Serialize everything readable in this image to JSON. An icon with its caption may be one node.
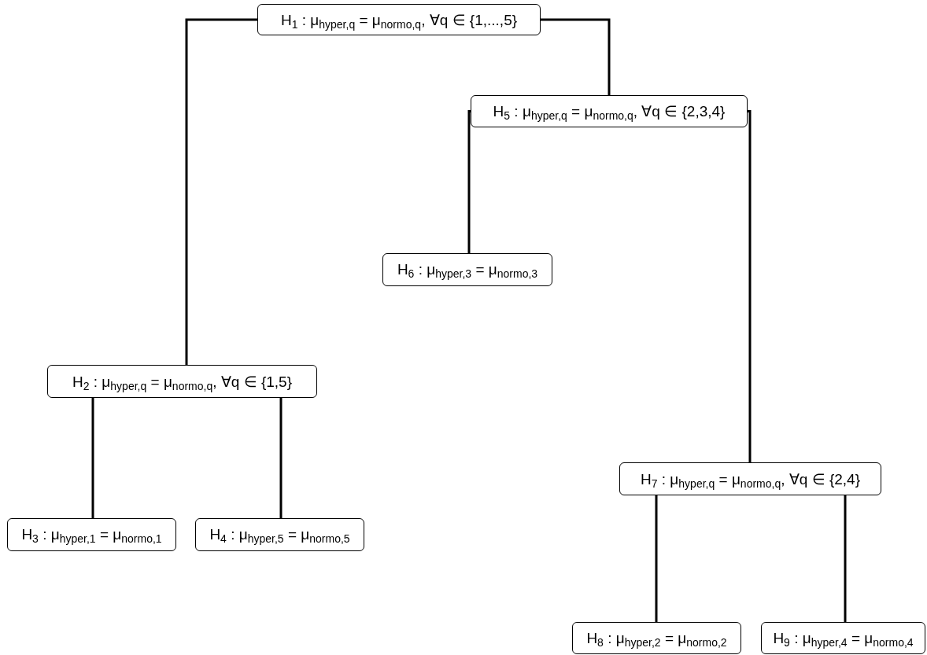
{
  "diagram": {
    "nodes": [
      {
        "text": [
          "H$_{1}$ : μ$_{hyper,q}$ = μ$_{normo,q}$,  ∀q ∈ {1,...,5}"
        ]
      },
      {
        "text": [
          "H$_{2}$ : μ$_{hyper,q}$ = μ$_{normo,q}$,  ∀q ∈ {1,5}"
        ]
      },
      {
        "text": [
          "H$_{3}$ : μ$_{hyper,1}$ = μ$_{normo,1}$"
        ]
      },
      {
        "text": [
          "H$_{4}$ : μ$_{hyper,5}$ = μ$_{normo,5}$"
        ]
      },
      {
        "text": [
          "H$_{5}$ : μ$_{hyper,q}$ = μ$_{normo,q}$,  ∀q ∈ {2,3,4}"
        ]
      },
      {
        "text": [
          "H$_{6}$ : μ$_{hyper,3}$ = μ$_{normo,3}$"
        ]
      },
      {
        "text": [
          "H$_{7}$ : μ$_{hyper,q}$ = μ$_{normo,q}$,  ∀q ∈ {2,4}"
        ]
      },
      {
        "text": [
          "H$_{8}$ : μ$_{hyper,2}$ = μ$_{normo,2}$"
        ]
      },
      {
        "text": [
          "H$_{9}$ : μ$_{hyper,4}$ = μ$_{normo,4}$"
        ]
      }
    ],
    "edges": [
      {
        "from": 0,
        "to": 1,
        "arrow": "none"
      },
      {
        "from": 1,
        "to": 2,
        "arrow": "none"
      },
      {
        "from": 1,
        "to": 3,
        "arrow": "none"
      },
      {
        "from": 0,
        "to": 4,
        "arrow": "none"
      },
      {
        "from": 4,
        "to": 5,
        "arrow": "none"
      },
      {
        "from": 4,
        "to": 6,
        "arrow": "none"
      },
      {
        "from": 6,
        "to": 7,
        "arrow": "none"
      },
      {
        "from": 6,
        "to": 8,
        "arrow": "none"
      }
    ]
  }
}
